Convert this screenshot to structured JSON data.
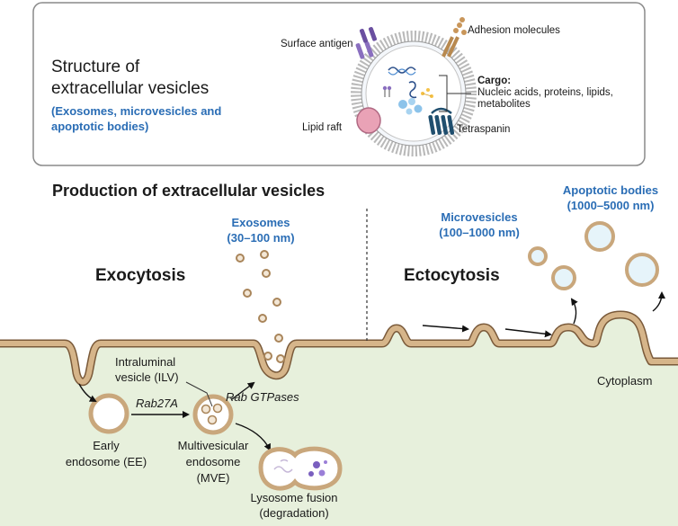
{
  "top_panel": {
    "title_line1": "Structure of",
    "title_line2": "extracellular vesicles",
    "subtitle_line1": "(Exosomes, microvesicles and",
    "subtitle_line2": "apoptotic bodies)",
    "labels": {
      "surface_antigen": "Surface antigen",
      "adhesion_molecules": "Adhesion molecules",
      "cargo_title": "Cargo:",
      "cargo_line1": "Nucleic acids, proteins, lipids,",
      "cargo_line2": "metabolites",
      "lipid_raft": "Lipid raft",
      "tetraspanin": "Tetraspanin"
    }
  },
  "bottom_panel": {
    "title": "Production of extracellular vesicles",
    "exocytosis": "Exocytosis",
    "ectocytosis": "Ectocytosis",
    "exosomes_line1": "Exosomes",
    "exosomes_line2": "(30–100 nm)",
    "microvesicles_line1": "Microvesicles",
    "microvesicles_line2": "(100–1000 nm)",
    "apoptotic_line1": "Apoptotic bodies",
    "apoptotic_line2": "(1000–5000 nm)",
    "ilv_line1": "Intraluminal",
    "ilv_line2": "vesicle (ILV)",
    "rab27a": "Rab27A",
    "rab_gtpases": "Rab GTPases",
    "early_line1": "Early",
    "early_line2": "endosome (EE)",
    "mve_line1": "Multivesicular",
    "mve_line2": "endosome",
    "mve_line3": "(MVE)",
    "lysosome_line1": "Lysosome fusion",
    "lysosome_line2": "(degradation)",
    "cytoplasm": "Cytoplasm"
  },
  "colors": {
    "membrane": "#c9a77c",
    "membrane_dark": "#7a5a3a",
    "cytoplasm": "#e7f0dc",
    "title_blue": "#2a6db5",
    "panel_border": "#8a8a8a"
  }
}
